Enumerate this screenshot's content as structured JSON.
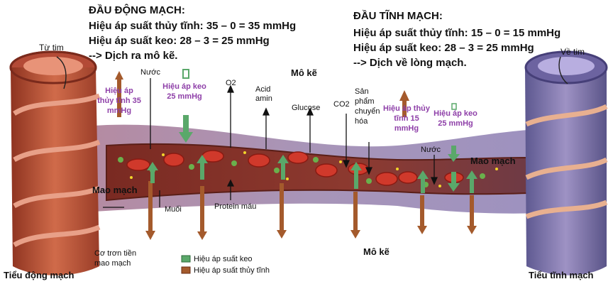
{
  "arterial": {
    "heading": "ĐẦU ĐỘNG MẠCH:",
    "hydrostatic": "Hiệu áp suất thủy tĩnh: 35 – 0 = 35 mmHg",
    "oncotic": "Hiệu áp suất keo:  28 – 3 = 25 mmHg",
    "result": "--> Dịch ra mô kẽ."
  },
  "venous": {
    "heading": "ĐẦU TĨNH MẠCH:",
    "hydrostatic": "Hiệu áp suất thủy tĩnh: 15 – 0 = 15 mmHg",
    "oncotic": "Hiệu áp suất keo:  28 – 3 = 25 mmHg",
    "result": "--> Dịch về lòng mạch."
  },
  "labels": {
    "from_heart": "Từ tim",
    "to_heart": "Về tim",
    "water_left": "Nước",
    "water_right": "Nước",
    "o2": "O2",
    "acid_amin": "Acid amin",
    "glucose": "Glucose",
    "co2": "CO2",
    "products": "Sản phẩm chuyển hóa",
    "interstitium_top": "Mô kẽ",
    "interstitium_bottom": "Mô kẽ",
    "capillary_left": "Mao mạch",
    "capillary_right": "Mao mạch",
    "salt": "Muối",
    "blood_protein": "Protein máu",
    "precap_muscle": "Cơ trơn tiền mao mạch",
    "arteriole": "Tiểu động mạch",
    "venule": "Tiểu tĩnh mạch"
  },
  "pressures": {
    "art_hydro": "Hiệu áp thủy tĩnh 35 mmHg",
    "art_onco": "Hiệu áp keo 25 mmHg",
    "ven_hydro": "Hiệu áp thủy tĩnh 15 mmHg",
    "ven_onco": "Hiệu áp keo 25 mmHg"
  },
  "legend": {
    "oncotic": "Hiệu áp suất keo",
    "hydrostatic": "Hiệu áp suất thủy tĩnh"
  },
  "colors": {
    "oncotic_arrow": "#5aa86a",
    "hydrostatic_arrow": "#a45a2c",
    "pressure_text": "#8e3fa8",
    "arteriole": "#c25a3c",
    "venule": "#7a6da8",
    "capillary": "#8b3a2e"
  }
}
